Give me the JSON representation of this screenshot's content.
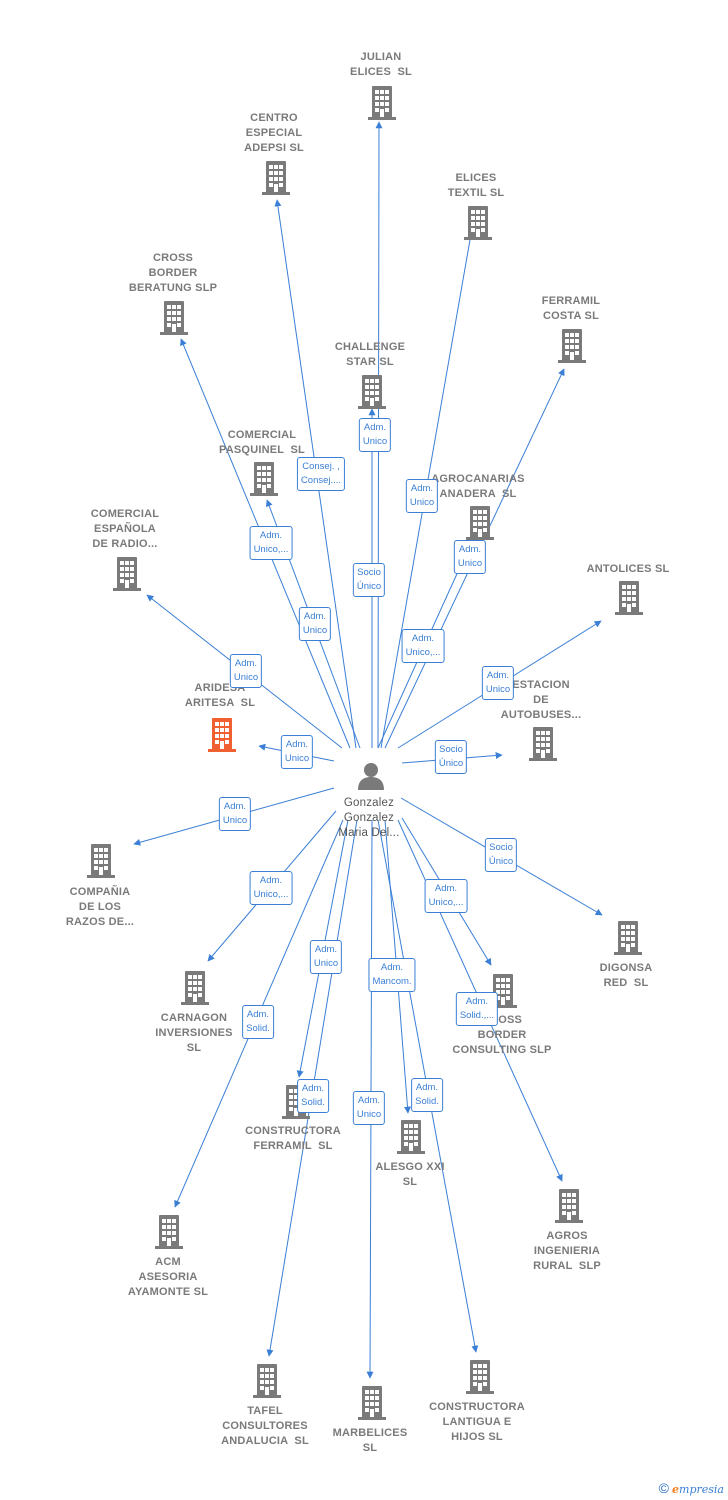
{
  "center": {
    "label": "Gonzalez\nGonzalez\nMaria Del..."
  },
  "colors": {
    "edge": "#3a7fd5",
    "building": "#7a7a7a",
    "highlight": "#f06030",
    "person": "#7a7a7a"
  },
  "nodes": [
    {
      "id": "julian",
      "label": "JULIAN\nELICES  SL"
    },
    {
      "id": "centro",
      "label": "CENTRO\nESPECIAL\nADEPSI SL"
    },
    {
      "id": "elicestextil",
      "label": "ELICES\nTEXTIL SL"
    },
    {
      "id": "crossborderberatung",
      "label": "CROSS\nBORDER\nBERATUNG SLP"
    },
    {
      "id": "ferramilcosta",
      "label": "FERRAMIL\nCOSTA SL"
    },
    {
      "id": "challenge",
      "label": "CHALLENGE\nSTAR SL"
    },
    {
      "id": "comercialpasquinel",
      "label": "COMERCIAL\nPASQUINEL  SL"
    },
    {
      "id": "agrocanarias",
      "label": "AGROCANARIAS\nANADERA  SL"
    },
    {
      "id": "comercialespanola",
      "label": "COMERCIAL\nESPAÑOLA\nDE RADIO..."
    },
    {
      "id": "antolices",
      "label": "ANTOLICES SL"
    },
    {
      "id": "aridesa",
      "label": "ARIDESA\nARITESA  SL",
      "highlight": true
    },
    {
      "id": "estacion",
      "label": "ESTACION\nDE\nAUTOBUSES..."
    },
    {
      "id": "compania",
      "label": "COMPAÑIA\nDE LOS\nRAZOS DE..."
    },
    {
      "id": "digonsa",
      "label": "DIGONSA\nRED  SL"
    },
    {
      "id": "carnagon",
      "label": "CARNAGON\nINVERSIONES\nSL"
    },
    {
      "id": "crossborderconsulting",
      "label": "CROSS\nBORDER\nCONSULTING SLP"
    },
    {
      "id": "constructoraferramil",
      "label": "CONSTRUCTORA\nFERRAMIL  SL"
    },
    {
      "id": "alesgo",
      "label": "ALESGO XXI\nSL"
    },
    {
      "id": "acm",
      "label": "ACM\nASESORIA\nAYAMONTE SL"
    },
    {
      "id": "agros",
      "label": "AGROS\nINGENIERIA\nRURAL  SLP"
    },
    {
      "id": "tafel",
      "label": "TAFEL\nCONSULTORES\nANDALUCIA  SL"
    },
    {
      "id": "marbelices",
      "label": "MARBELICES\nSL"
    },
    {
      "id": "lantigua",
      "label": "CONSTRUCTORA\nLANTIGUA E\nHIJOS SL"
    }
  ],
  "edges": [
    {
      "to": "julian",
      "role": "Adm.\nUnico"
    },
    {
      "to": "centro",
      "role": "Consej. ,\nConsej...."
    },
    {
      "to": "elicestextil",
      "role": "Adm.\nUnico"
    },
    {
      "to": "crossborderberatung",
      "role": "Adm.\nUnico,..."
    },
    {
      "to": "ferramilcosta",
      "role": "Adm.\nUnico"
    },
    {
      "to": "challenge",
      "role": "Socio\nÚnico"
    },
    {
      "to": "comercialpasquinel",
      "role": "Adm.\nUnico"
    },
    {
      "to": "agrocanarias",
      "role": "Adm.\nUnico,..."
    },
    {
      "to": "comercialespanola",
      "role": "Adm.\nUnico"
    },
    {
      "to": "antolices",
      "role": "Adm.\nUnico"
    },
    {
      "to": "aridesa",
      "role": "Adm.\nUnico"
    },
    {
      "to": "estacion",
      "role": "Socio\nÚnico"
    },
    {
      "to": "compania",
      "role": "Adm.\nUnico"
    },
    {
      "to": "digonsa",
      "role": "Socio\nÚnico"
    },
    {
      "to": "carnagon",
      "role": "Adm.\nUnico,..."
    },
    {
      "to": "crossborderconsulting",
      "role": "Adm.\nUnico,..."
    },
    {
      "to": "constructoraferramil",
      "role": "Adm.\nUnico"
    },
    {
      "to": "alesgo",
      "role": "Adm.\nMancom."
    },
    {
      "to": "acm",
      "role": "Adm.\nSolid."
    },
    {
      "to": "agros",
      "role": "Adm.\nSolid.,..."
    },
    {
      "to": "tafel",
      "role": "Adm.\nSolid."
    },
    {
      "to": "marbelices",
      "role": "Adm.\nUnico"
    },
    {
      "to": "lantigua",
      "role": "Adm.\nSolid."
    }
  ],
  "footer": {
    "copyright": "©",
    "brand_initial": "e",
    "brand_rest": "mpresia"
  }
}
